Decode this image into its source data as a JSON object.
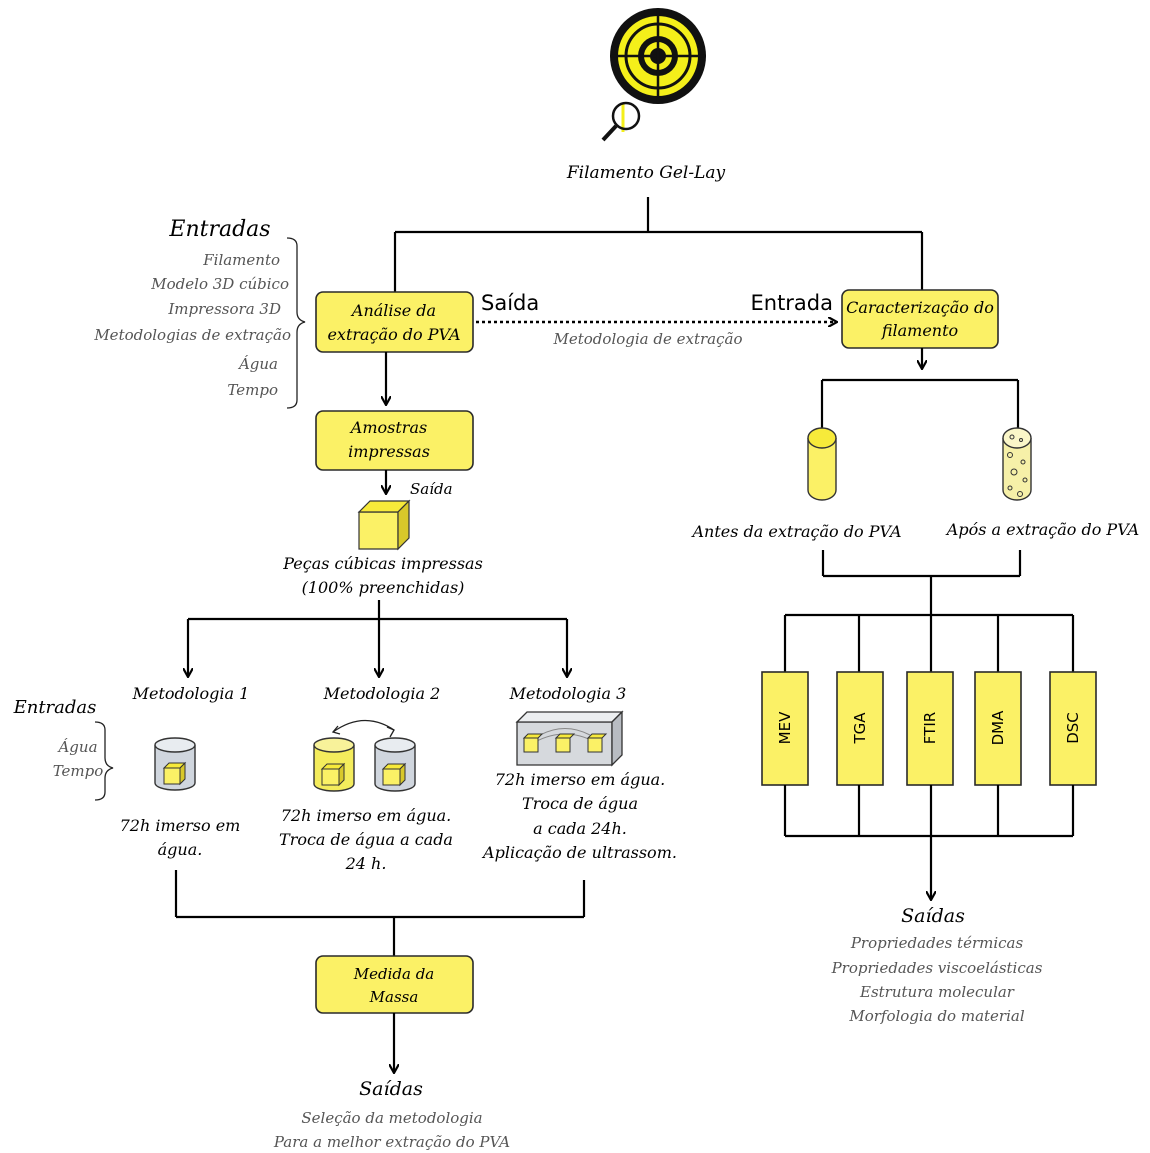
{
  "top": {
    "title": "Filamento Gel-Lay"
  },
  "left_inputs": {
    "heading": "Entradas",
    "items": [
      "Filamento",
      "Modelo 3D cúbico",
      "Impressora 3D",
      "Metodologias de extração",
      "Água",
      "Tempo"
    ]
  },
  "analysis_box": {
    "line1": "Análise da",
    "line2": "extração do PVA"
  },
  "saida_label": "Saída",
  "entrada_label": "Entrada",
  "connector_label": "Metodologia de extração",
  "characterization_box": {
    "line1": "Caracterização do",
    "line2": "filamento"
  },
  "printed_box": {
    "line1": "Amostras",
    "line2": "impressas"
  },
  "saida_small": "Saída",
  "cubes_caption": {
    "line1": "Peças cúbicas impressas",
    "line2": "(100% preenchidas)"
  },
  "methods": [
    {
      "title": "Metodologia 1",
      "desc": [
        "72h imerso em",
        "água."
      ]
    },
    {
      "title": "Metodologia 2",
      "desc": [
        "72h imerso em água.",
        "Troca de água a cada",
        "24 h."
      ]
    },
    {
      "title": "Metodologia 3",
      "desc": [
        "72h imerso em água.",
        "Troca de água",
        "a cada 24h.",
        "Aplicação de ultrassom."
      ]
    }
  ],
  "method_inputs": {
    "heading": "Entradas",
    "items": [
      "Água",
      "Tempo"
    ]
  },
  "mass_box": {
    "line1": "Medida da",
    "line2": "Massa"
  },
  "left_outputs": {
    "heading": "Saídas",
    "items": [
      "Seleção da metodologia",
      "Para a melhor extração do PVA"
    ]
  },
  "samples": {
    "before": "Antes da extração do PVA",
    "after": "Após a extração do PVA"
  },
  "techniques": [
    "MEV",
    "TGA",
    "FTIR",
    "DMA",
    "DSC"
  ],
  "right_outputs": {
    "heading": "Saídas",
    "items": [
      "Propriedades térmicas",
      "Propriedades viscoelásticas",
      "Estrutura molecular",
      "Morfologia do material"
    ]
  },
  "colors": {
    "box_fill": "#fbf166",
    "line": "#000000",
    "text_gray": "#555555"
  }
}
